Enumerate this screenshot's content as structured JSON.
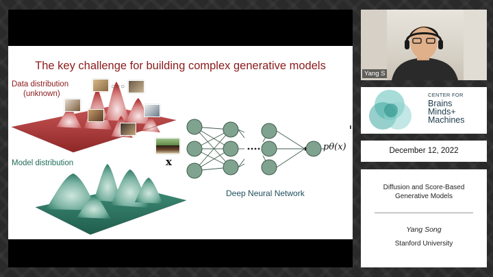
{
  "slide": {
    "title": "The key challenge for building complex generative models",
    "data_distribution_label": "Data distribution",
    "data_distribution_sublabel": "(unknown)",
    "model_distribution_label": "Model distribution",
    "ellipsis": "○○○",
    "x_symbol": "x",
    "network_label": "Deep Neural Network",
    "output_label": "pθ(x)",
    "colors": {
      "title": "#8b1a1a",
      "data_surface": "#b33a3a",
      "model_surface": "#2f7a66",
      "neuron": "#7fa38f"
    }
  },
  "camera": {
    "participant_name": "Yang S"
  },
  "cbmm": {
    "line1": "CENTER FOR",
    "line2": "Brains",
    "line3": "Minds+",
    "line4": "Machines"
  },
  "event": {
    "date": "December 12, 2022"
  },
  "talk": {
    "title_line1": "Diffusion and Score-Based",
    "title_line2": "Generative Models",
    "author": "Yang Song",
    "affiliation": "Stanford University"
  }
}
